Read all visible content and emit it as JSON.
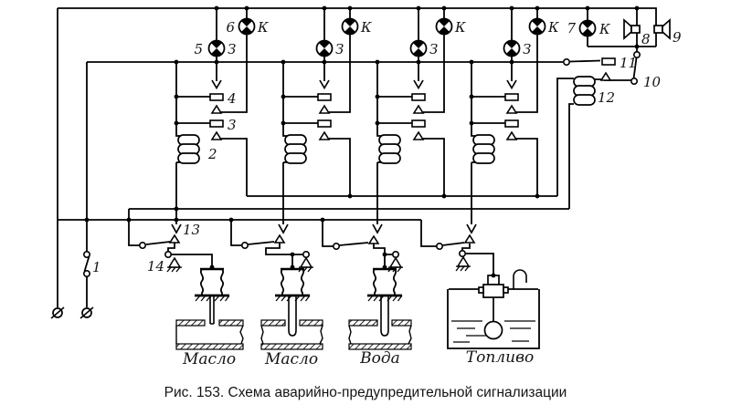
{
  "figure": {
    "caption": "Рис. 153. Схема аварийно-предупредительной сигнализации"
  },
  "component_labels": {
    "n1": "1",
    "n2": "2",
    "n3": "3",
    "n4": "4",
    "n5": "5",
    "n6": "6",
    "n7": "7",
    "n8": "8",
    "n9": "9",
    "n10": "10",
    "n11": "11",
    "n12": "12",
    "n13": "13",
    "n14": "14",
    "green_letter": "З",
    "red_letter": "К"
  },
  "tanks": {
    "t1": "Масло",
    "t2": "Масло",
    "t3": "Вода",
    "t4": "Топливо"
  }
}
